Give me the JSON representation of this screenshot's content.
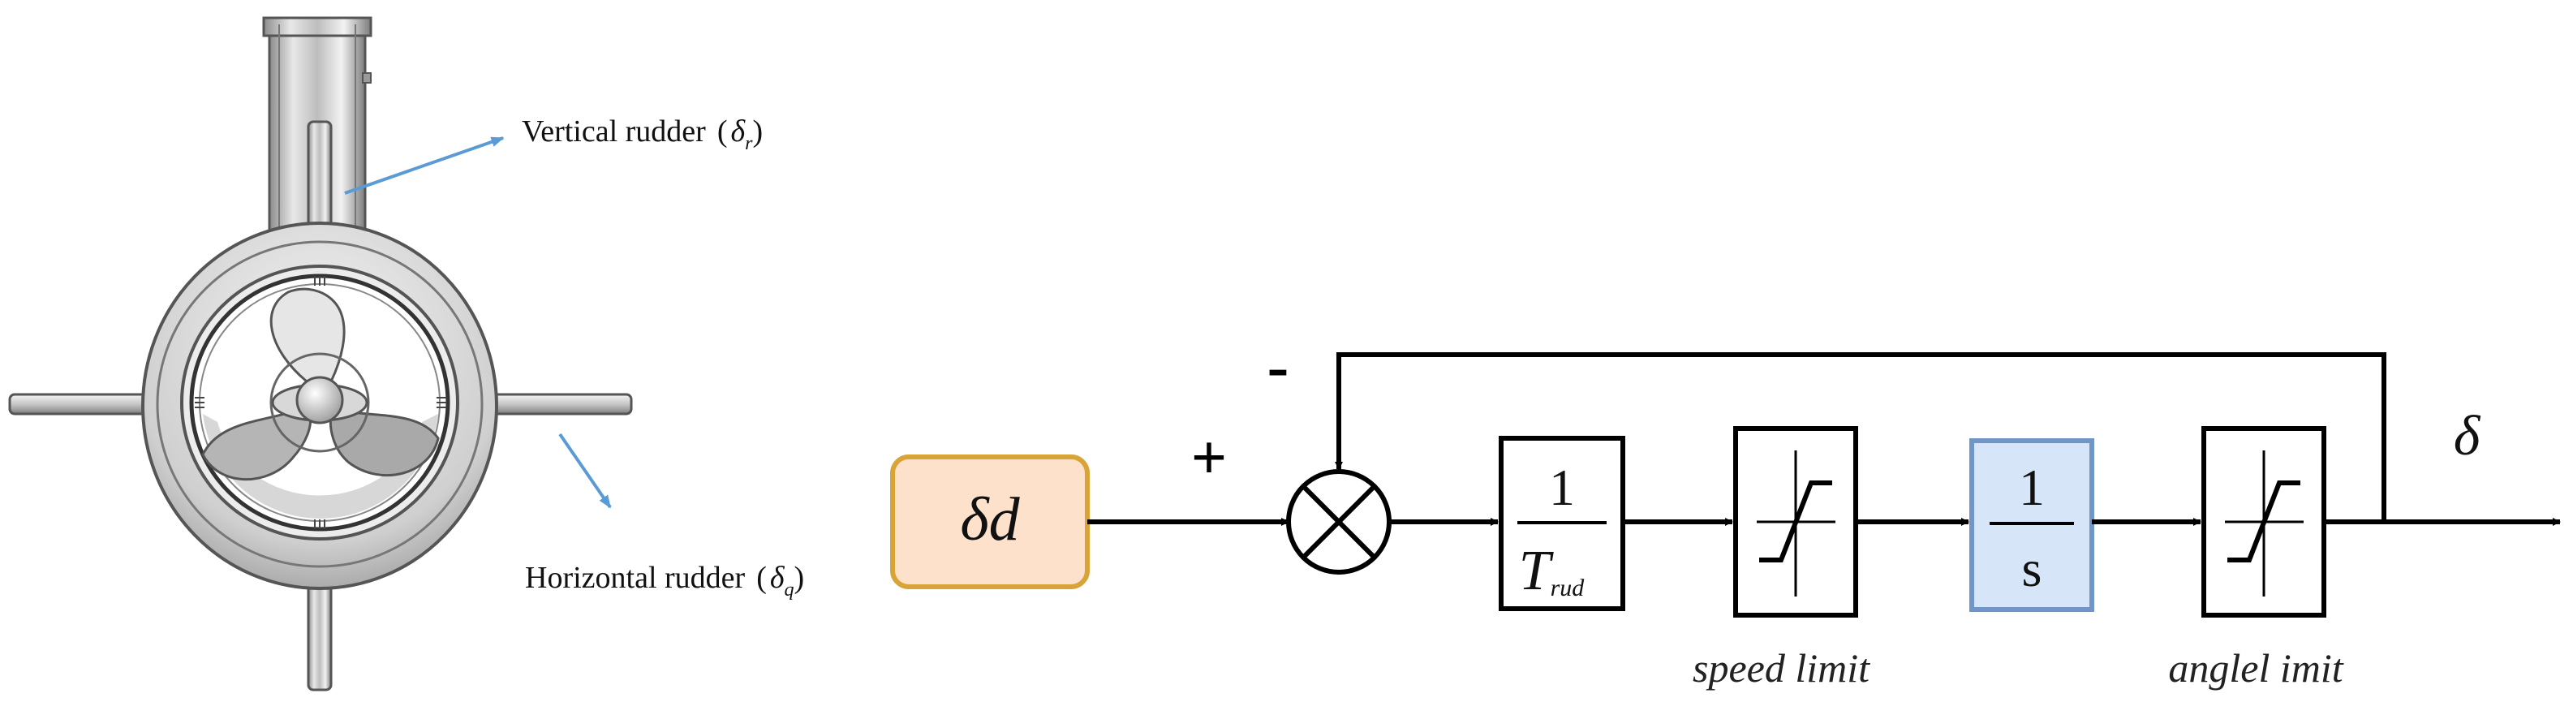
{
  "illustration": {
    "vertical_label": "Vertical rudder",
    "vertical_symbol": "δ",
    "vertical_sub": "r",
    "horizontal_label": "Horizontal rudder",
    "horizontal_symbol": "δ",
    "horizontal_sub": "q",
    "arrow_color": "#5b9bd5"
  },
  "block_diagram": {
    "input_label": "δd",
    "input_fill": "#fde1cb",
    "input_stroke": "#d9a437",
    "plus_sign": "+",
    "minus_sign": "-",
    "tf_numerator": "1",
    "tf_denominator_main": "T",
    "tf_denominator_sub": "rud",
    "speed_limit_label": "speed limit",
    "integrator_numerator": "1",
    "integrator_denominator": "s",
    "integrator_fill": "#d6e5f7",
    "integrator_stroke": "#6f96c6",
    "angle_limit_label": "anglel imit",
    "output_label": "δ"
  }
}
